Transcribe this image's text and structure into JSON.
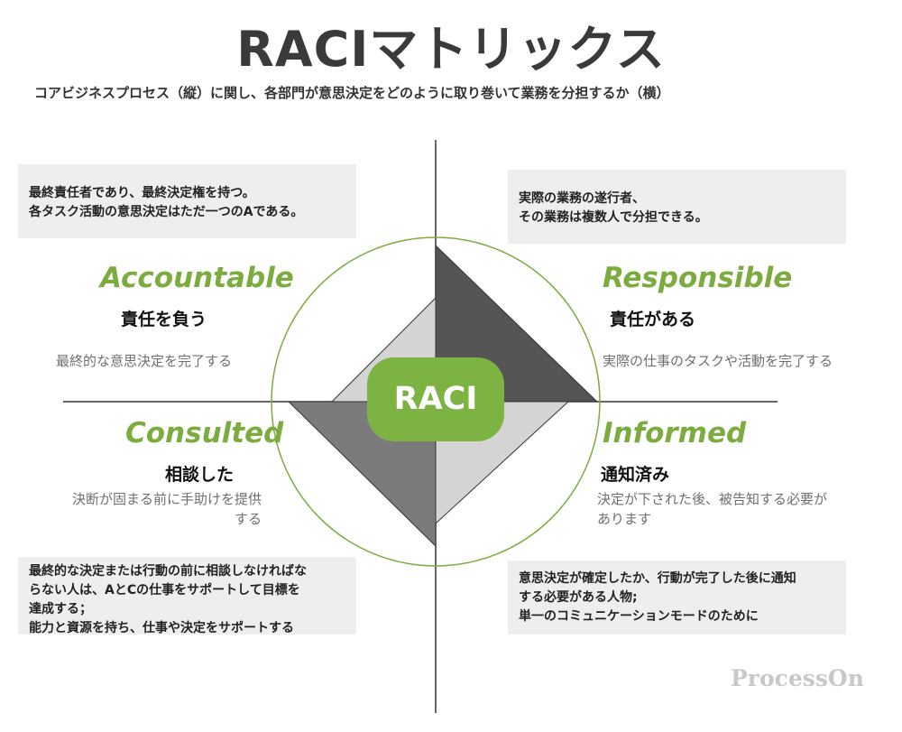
{
  "title": "RACIマトリックス",
  "subtitle": "コアビジネスプロセス（縦）に関し、各部門が意思決定をどのように取り巻いて業務を分担するか（横）",
  "center_label": "RACI",
  "quadrants": {
    "accountable": {
      "role": "Accountable",
      "jp": "責任を負う",
      "desc": [
        "最終的な意思決定を完了する"
      ],
      "box": [
        "最終責任者であり、最終決定権を持つ。",
        "各タスク活動の意思決定はただ一つのAである。"
      ]
    },
    "responsible": {
      "role": "Responsible",
      "jp": "責任がある",
      "desc": [
        "実際の仕事のタスクや活動を完了する"
      ],
      "box": [
        "実際の業務の遂行者、",
        "その業務は複数人で分担できる。"
      ]
    },
    "consulted": {
      "role": "Consulted",
      "jp": "相談した",
      "desc": [
        "決断が固まる前に手助けを提供",
        "する"
      ],
      "box": [
        "最終的な決定または行動の前に相談しなければな",
        "らない人は、AとCの仕事をサポートして目標を",
        "達成する；",
        "能力と資源を持ち、仕事や決定をサポートする"
      ]
    },
    "informed": {
      "role": "Informed",
      "jp": "通知済み",
      "desc": [
        "決定が下された後、被告知する必要が",
        "あります"
      ],
      "box": [
        "意思決定が確定したか、行動が完了した後に通知",
        "する必要がある人物;",
        "単一のコミュニケーションモードのために"
      ]
    }
  },
  "watermark": "ProcessOn",
  "colors": {
    "accent_green": "#7cab3f",
    "center_green": "#7cb342",
    "dark_shape": "#555555",
    "mid_shape": "#7b7b7b",
    "light_shape": "#d4d4d4",
    "box_bg": "#eeeeee"
  }
}
